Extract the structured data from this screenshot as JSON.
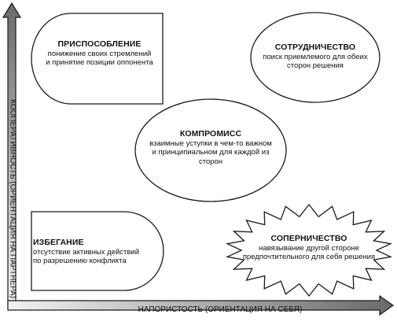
{
  "axes": {
    "y_label": "КООПЕРАТИВНОСТЬ (ОРИЕНТАЦИЯ НА ПАРТНЕРА)",
    "x_label": "НАПОРИСТОСТЬ (ОРИЕНТАЦИЯ НА СЕБЯ)"
  },
  "styles": {
    "adaptation": {
      "title": "ПРИСПОСОБЛЕНИЕ",
      "line1": "понижение своих стремлений",
      "line2": "и принятие позиции оппонента"
    },
    "collaboration": {
      "title": "СОТРУДНИЧЕСТВО",
      "line1": "поиск приемлемого для обеих",
      "line2": "сторон решения"
    },
    "compromise": {
      "title": "КОМПРОМИСС",
      "line1": "взаимные уступки в чем-то важном",
      "line2": "и принципиальном для каждой из",
      "line3": "сторон"
    },
    "avoidance": {
      "title": "ИЗБЕГАНИЕ",
      "line1": "отсутствие активных действий",
      "line2": "по разрешению конфликта"
    },
    "competition": {
      "title": "СОПЕРНИЧЕСТВО",
      "line1": "навязывание другой стороне",
      "line2": "предпочтительного для себя решения"
    }
  }
}
